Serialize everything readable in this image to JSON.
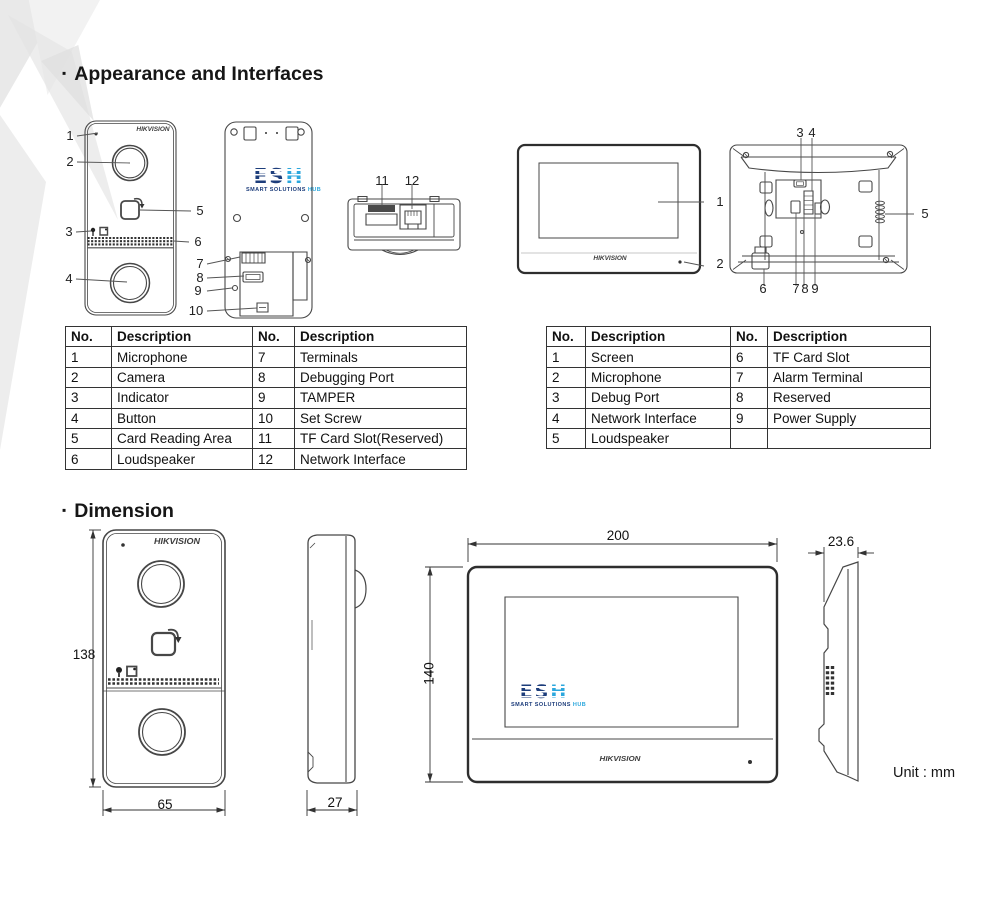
{
  "sections": {
    "appearance_title": "Appearance and Interfaces",
    "dimension_title": "Dimension"
  },
  "branding": {
    "hikvision": "HIKVISION",
    "logo_main": "ES",
    "logo_accent": "H",
    "logo_sub_main": "SMART SOLUTIONS",
    "logo_sub_accent": "HUB",
    "logo_navy": "#1d3d7b",
    "logo_cyan": "#2ba7dd"
  },
  "door_station": {
    "callouts_front": [
      "1",
      "2",
      "3",
      "4",
      "5",
      "6"
    ],
    "callouts_back": [
      "7",
      "8",
      "9",
      "10"
    ],
    "callouts_bottom": [
      "11",
      "12"
    ],
    "table": {
      "headers": [
        "No.",
        "Description",
        "No.",
        "Description"
      ],
      "rows": [
        [
          "1",
          "Microphone",
          "7",
          "Terminals"
        ],
        [
          "2",
          "Camera",
          "8",
          "Debugging Port"
        ],
        [
          "3",
          "Indicator",
          "9",
          "TAMPER"
        ],
        [
          "4",
          "Button",
          "10",
          "Set Screw"
        ],
        [
          "5",
          "Card Reading Area",
          "11",
          "TF Card Slot(Reserved)"
        ],
        [
          "6",
          "Loudspeaker",
          "12",
          "Network Interface"
        ]
      ]
    }
  },
  "indoor_station": {
    "callouts_front": [
      "1",
      "2"
    ],
    "callouts_back": [
      "3",
      "4",
      "5",
      "6",
      "7",
      "8",
      "9"
    ],
    "table": {
      "headers": [
        "No.",
        "Description",
        "No.",
        "Description"
      ],
      "rows": [
        [
          "1",
          "Screen",
          "6",
          "TF Card Slot"
        ],
        [
          "2",
          "Microphone",
          "7",
          "Alarm Terminal"
        ],
        [
          "3",
          "Debug Port",
          "8",
          "Reserved"
        ],
        [
          "4",
          "Network Interface",
          "9",
          "Power Supply"
        ],
        [
          "5",
          "Loudspeaker",
          "",
          ""
        ]
      ]
    }
  },
  "dimensions": {
    "door_height": "138",
    "door_width": "65",
    "door_depth": "27",
    "monitor_width": "200",
    "monitor_height": "140",
    "monitor_depth": "23.6",
    "unit_label": "Unit : mm"
  }
}
